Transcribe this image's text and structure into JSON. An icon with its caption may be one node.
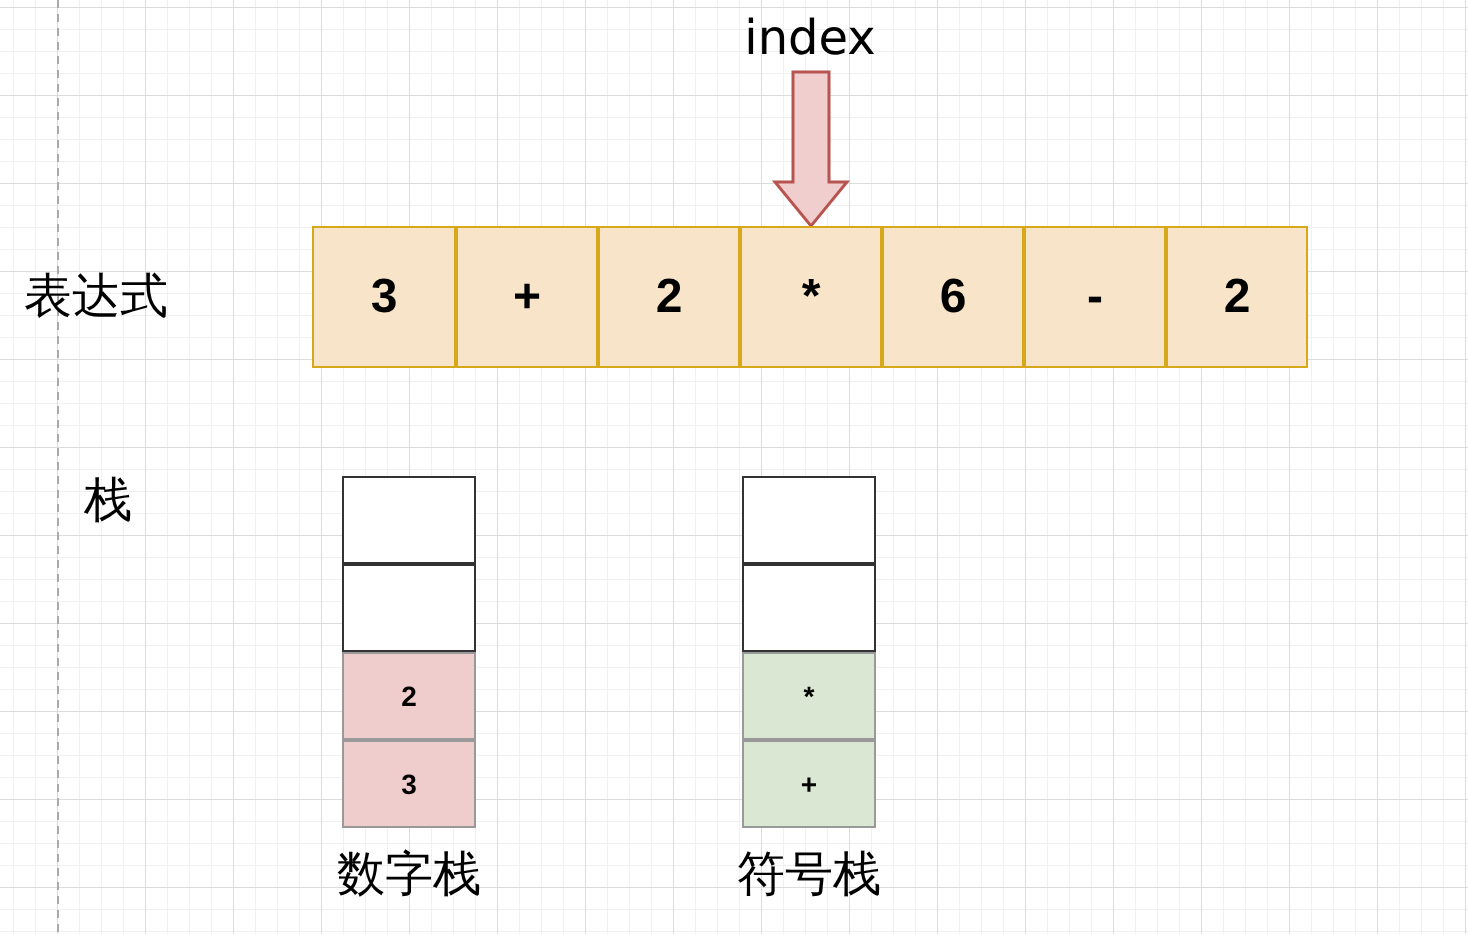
{
  "diagram": {
    "nodes": [
      {
        "text": [
          "index"
        ]
      },
      {
        "text": [
          "3"
        ]
      },
      {
        "text": [
          "+"
        ]
      },
      {
        "text": [
          "2"
        ]
      },
      {
        "text": [
          "*"
        ]
      },
      {
        "text": [
          "6"
        ]
      },
      {
        "text": [
          "-"
        ]
      },
      {
        "text": [
          "2"
        ]
      },
      {
        "text": [
          "数字栈"
        ]
      },
      {
        "text": [],
        "shape": "box",
        "in": 8
      },
      {
        "text": [],
        "shape": "box",
        "in": 8
      },
      {
        "text": [
          "2"
        ],
        "in": 8
      },
      {
        "text": [
          "3"
        ],
        "in": 8
      },
      {
        "text": [
          "符号栈"
        ]
      },
      {
        "text": [],
        "shape": "box",
        "in": 13
      },
      {
        "text": [],
        "shape": "box",
        "in": 13
      },
      {
        "text": [
          "*"
        ],
        "in": 13
      },
      {
        "text": [
          "+"
        ],
        "in": 13
      }
    ],
    "edges": [
      {
        "from": 0,
        "to": 4,
        "arrow": "to"
      }
    ],
    "labels": [
      "表达式",
      "栈"
    ]
  }
}
